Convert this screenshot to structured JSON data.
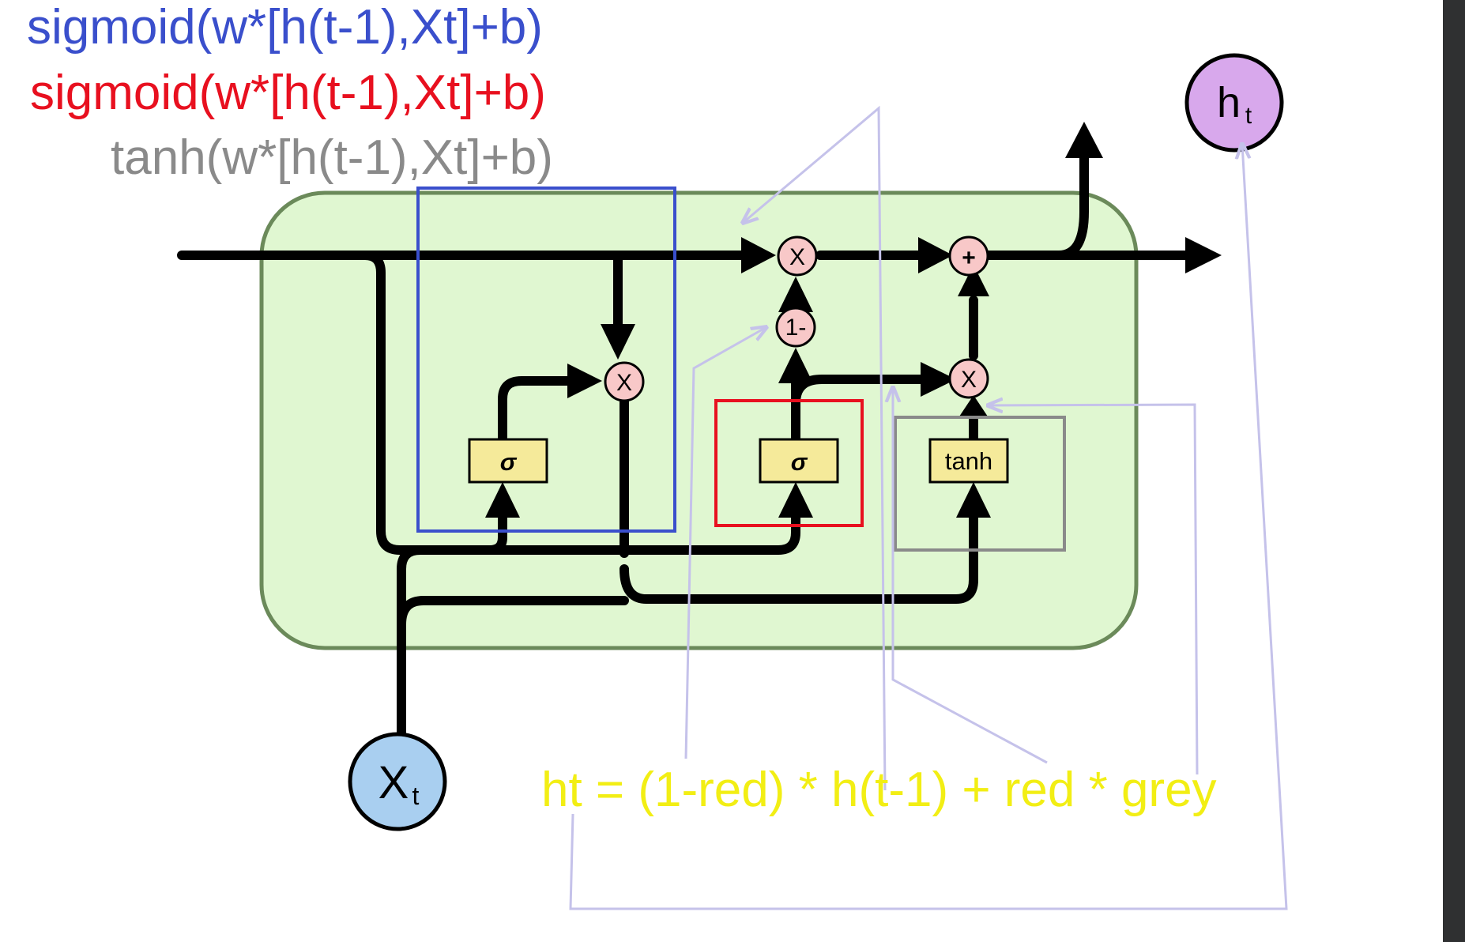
{
  "formulas": {
    "blue": "sigmoid(w*[h(t-1),Xt]+b)",
    "red": "sigmoid(w*[h(t-1),Xt]+b)",
    "grey": "tanh(w*[h(t-1),Xt]+b)",
    "output": "ht = (1-red) * h(t-1) + red * grey"
  },
  "nodes": {
    "input_main": "X",
    "input_sub": "t",
    "output_main": "h",
    "output_sub": "t",
    "multiply": "X",
    "add": "+",
    "one_minus": "1-"
  },
  "gates": {
    "sigma": "σ",
    "tanh": "tanh"
  },
  "colors": {
    "blue": "#3a4fcc",
    "red": "#e8101f",
    "grey": "#8a8a8a",
    "yellow": "#f2ee14",
    "cell_fill": "#e0f7d1",
    "cell_border": "#6b8a5a",
    "gate_fill": "#f5ea9a",
    "op_fill": "#f8c8c8",
    "input_fill": "#a9cff0",
    "output_fill": "#d8a8ec",
    "annotation_line": "#c5c2ea"
  }
}
